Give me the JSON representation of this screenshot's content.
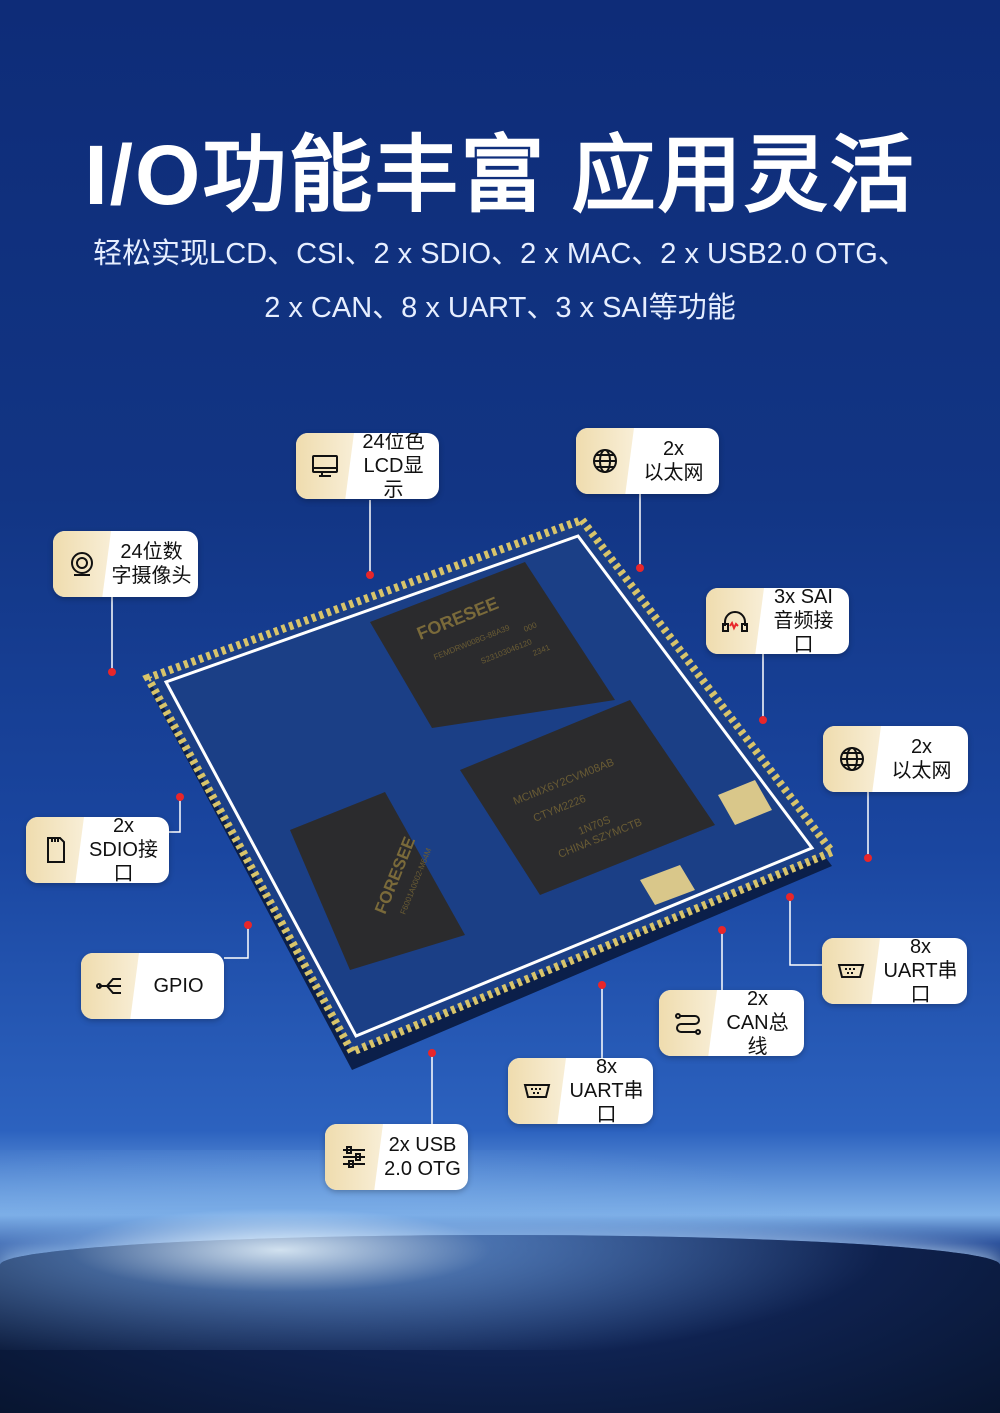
{
  "title": "I/O功能丰富  应用灵活",
  "subtitle_lines": [
    "轻松实现LCD、CSI、2 x SDIO、2 x MAC、2 x USB2.0 OTG、",
    "2 x CAN、8 x UART、3 x SAI等功能"
  ],
  "board": {
    "chip_top": {
      "brand": "FORESEE",
      "lines": [
        "FEMDRW008G-88A39",
        "000",
        "S23103046120",
        "2341"
      ]
    },
    "chip_cpu": {
      "lines": [
        "MCIMX6Y2CVM08AB",
        "CTYM2226",
        "1N70S",
        "CHINA SZYMCTB"
      ]
    },
    "chip_left": {
      "brand": "FORESEE",
      "lines": [
        "F6001A0002-M64M"
      ]
    }
  },
  "labels": [
    {
      "icon": "monitor-icon",
      "lines": [
        "24位色",
        "LCD显示"
      ]
    },
    {
      "icon": "globe-icon",
      "lines": [
        "2x",
        "以太网"
      ]
    },
    {
      "icon": "camera-icon",
      "lines": [
        "24位数",
        "字摄像头"
      ]
    },
    {
      "icon": "headphones-icon",
      "lines": [
        "3x SAI",
        "音频接口"
      ]
    },
    {
      "icon": "globe-icon",
      "lines": [
        "2x",
        "以太网"
      ]
    },
    {
      "icon": "sd-card-icon",
      "lines": [
        "2x",
        "SDIO接口"
      ]
    },
    {
      "icon": "gpio-icon",
      "lines": [
        "GPIO"
      ]
    },
    {
      "icon": "serial-port-icon",
      "lines": [
        "8x",
        "UART串口"
      ]
    },
    {
      "icon": "can-bus-icon",
      "lines": [
        "2x",
        "CAN总线"
      ]
    },
    {
      "icon": "serial-port-icon",
      "lines": [
        "8x",
        "UART串口"
      ]
    },
    {
      "icon": "usb-sliders-icon",
      "lines": [
        "2x USB",
        "2.0 OTG"
      ]
    }
  ],
  "colors": {
    "accent_dot": "#e8262a",
    "label_icon_bg": "#efdcae",
    "pcb": "#1b3f86"
  }
}
